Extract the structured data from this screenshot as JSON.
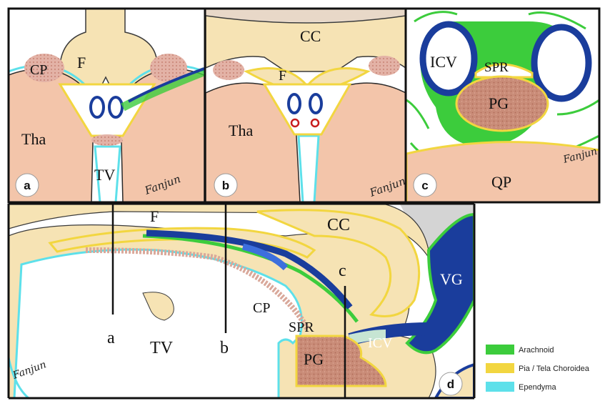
{
  "panels": {
    "a": {
      "badge": "a",
      "labels": {
        "cp": "CP",
        "f": "F",
        "tha": "Tha",
        "tv": "TV"
      },
      "signature": "Fanjun"
    },
    "b": {
      "badge": "b",
      "labels": {
        "cc": "CC",
        "f": "F",
        "tha": "Tha"
      },
      "signature": "Fanjun"
    },
    "c": {
      "badge": "c",
      "labels": {
        "icv": "ICV",
        "spr": "SPR",
        "pg": "PG",
        "qp": "QP"
      },
      "signature": "Fanjun"
    },
    "d": {
      "badge": "d",
      "labels": {
        "f": "F",
        "cc": "CC",
        "c": "c",
        "vg": "VG",
        "cp": "CP",
        "a": "a",
        "tv": "TV",
        "b": "b",
        "spr": "SPR",
        "pg": "PG",
        "icv": "ICV"
      },
      "signature": "Fanjun"
    }
  },
  "legend": [
    {
      "label": "Arachnoid",
      "color": "#3ccc3c"
    },
    {
      "label": "Pia / Tela Choroidea",
      "color": "#f2d640"
    },
    {
      "label": "Ependyma",
      "color": "#5de0ea"
    }
  ],
  "colors": {
    "thalamus": "#f3c5aa",
    "white_matter": "#f6e3b4",
    "vein_blue": "#1a3d9c",
    "choroid": "#d9a89a",
    "pineal": "#c8806a",
    "border": "#111111"
  }
}
